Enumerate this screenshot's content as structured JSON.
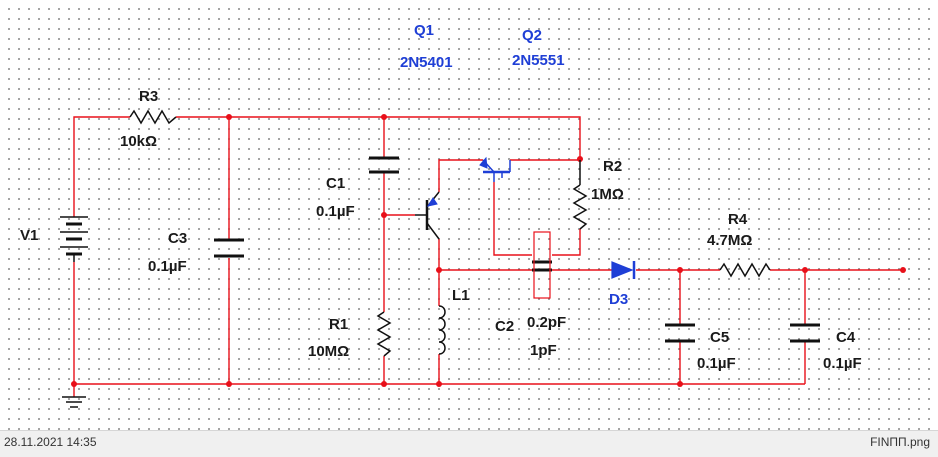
{
  "colors": {
    "wire": "#e8101a",
    "component": "#111111",
    "blue_part": "#1f3fd6",
    "label": "#1a1a1a",
    "blue_label": "#1f3fd6"
  },
  "components": {
    "q1": {
      "ref": "Q1",
      "model": "2N5401"
    },
    "q2": {
      "ref": "Q2",
      "model": "2N5551"
    },
    "r3": {
      "ref": "R3",
      "value": "10kΩ"
    },
    "r2": {
      "ref": "R2",
      "value": "1MΩ"
    },
    "r4": {
      "ref": "R4",
      "value": "4.7MΩ"
    },
    "r1": {
      "ref": "R1",
      "value": "10MΩ"
    },
    "c1": {
      "ref": "C1",
      "value": "0.1µF"
    },
    "c3": {
      "ref": "C3",
      "value": "0.1µF"
    },
    "c2": {
      "ref": "C2",
      "value": "0.2pF",
      "value2": "1pF"
    },
    "c5": {
      "ref": "C5",
      "value": "0.1µF"
    },
    "c4": {
      "ref": "C4",
      "value": "0.1µF"
    },
    "v1": {
      "ref": "V1"
    },
    "l1": {
      "ref": "L1"
    },
    "d3": {
      "ref": "D3"
    }
  },
  "statusbar": {
    "timestamp": "28.11.2021 14:35",
    "filename": "FINПП.png"
  }
}
